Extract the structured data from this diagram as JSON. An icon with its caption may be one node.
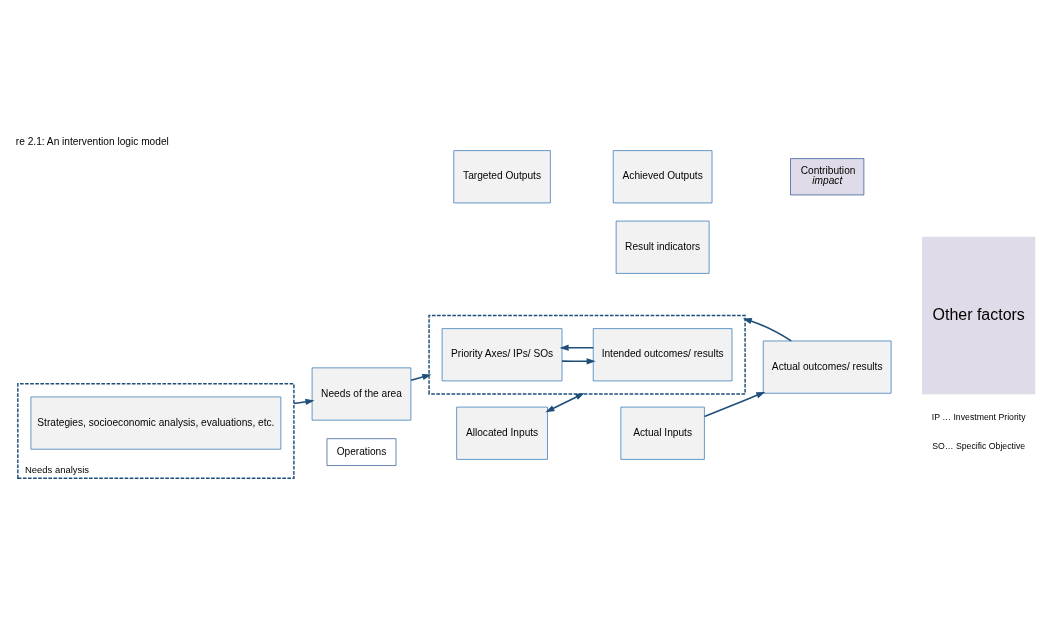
{
  "diagram": {
    "title": "re 2.1: An intervention logic model",
    "nodes": [
      {
        "text": [
          "Needs of the area"
        ]
      },
      {
        "text": [],
        "shape": "box"
      },
      {
        "text": [
          "Priority Axes/ IPs/ SOs"
        ],
        "in": 1
      },
      {
        "text": [
          "Intended outcomes/ results"
        ],
        "in": 1
      },
      {
        "text": [
          "Result indicators"
        ]
      },
      {
        "text": [
          "Actual outcomes/ results"
        ]
      },
      {
        "text": [
          "Needs analysis"
        ]
      },
      {
        "text": [
          "Strategies, socioeconomic analysis, evaluations, etc."
        ],
        "in": 6
      },
      {
        "text": [
          "Operations"
        ]
      },
      {
        "text": [
          "Other factors"
        ]
      },
      {
        "text": [
          "Allocated Inputs"
        ]
      },
      {
        "text": [
          "Actual Inputs"
        ]
      },
      {
        "text": [
          "Targeted Outputs"
        ]
      },
      {
        "text": [
          "Achieved Outputs"
        ]
      },
      {
        "text": [
          "Contribution",
          "impact"
        ]
      }
    ],
    "edges": [
      {
        "from": 6,
        "to": 0,
        "arrow": "to"
      },
      {
        "from": 0,
        "to": 1,
        "arrow": "to"
      },
      {
        "from": 3,
        "to": 2,
        "arrow": "to"
      },
      {
        "from": 2,
        "to": 3,
        "arrow": "to"
      },
      {
        "from": 5,
        "to": 1,
        "arrow": "to"
      },
      {
        "from": 1,
        "to": 10,
        "arrow": "both"
      },
      {
        "from": 11,
        "to": 5,
        "arrow": "to"
      }
    ],
    "labels": [
      "IP … Investment Priority",
      "SO… Specific Objective"
    ]
  }
}
